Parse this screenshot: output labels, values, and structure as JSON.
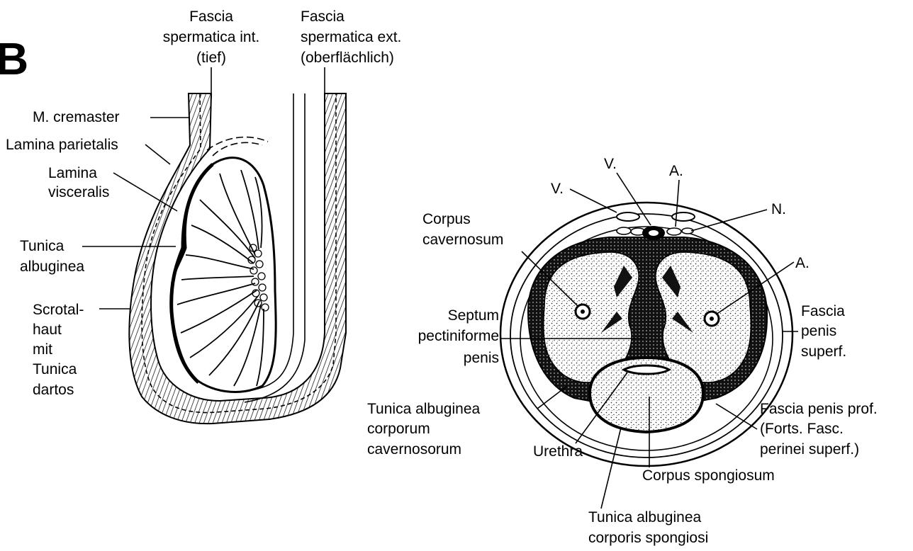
{
  "panel_letter": "B",
  "left": {
    "fascia_int": [
      "Fascia",
      "spermatica int.",
      "(tief)"
    ],
    "fascia_ext": [
      "Fascia",
      "spermatica ext.",
      "(oberflächlich)"
    ],
    "cremaster": "M. cremaster",
    "lamina_parietalis": "Lamina parietalis",
    "lamina_visceralis": [
      "Lamina",
      "visceralis"
    ],
    "tunica_albuginea": [
      "Tunica",
      "albuginea"
    ],
    "scrotalhaut": [
      "Scrotal-",
      "haut",
      "mit",
      "Tunica",
      "dartos"
    ]
  },
  "right": {
    "v_top": "V.",
    "a_top": "A.",
    "v_left": "V.",
    "n": "N.",
    "a_right": "A.",
    "corpus_cavernosum": [
      "Corpus",
      "cavernosum"
    ],
    "septum": [
      "Septum",
      "pectiniforme",
      "penis"
    ],
    "fascia_superf": [
      "Fascia",
      "penis",
      "superf."
    ],
    "tunica_cav": [
      "Tunica albuginea",
      "corporum",
      "cavernosorum"
    ],
    "fascia_prof": [
      "Fascia penis prof.",
      "(Forts. Fasc.",
      "perinei superf.)"
    ],
    "urethra": "Urethra",
    "corpus_spongiosum": "Corpus spongiosum",
    "tunica_spong": [
      "Tunica albuginea",
      "corporis spongiosi"
    ]
  }
}
